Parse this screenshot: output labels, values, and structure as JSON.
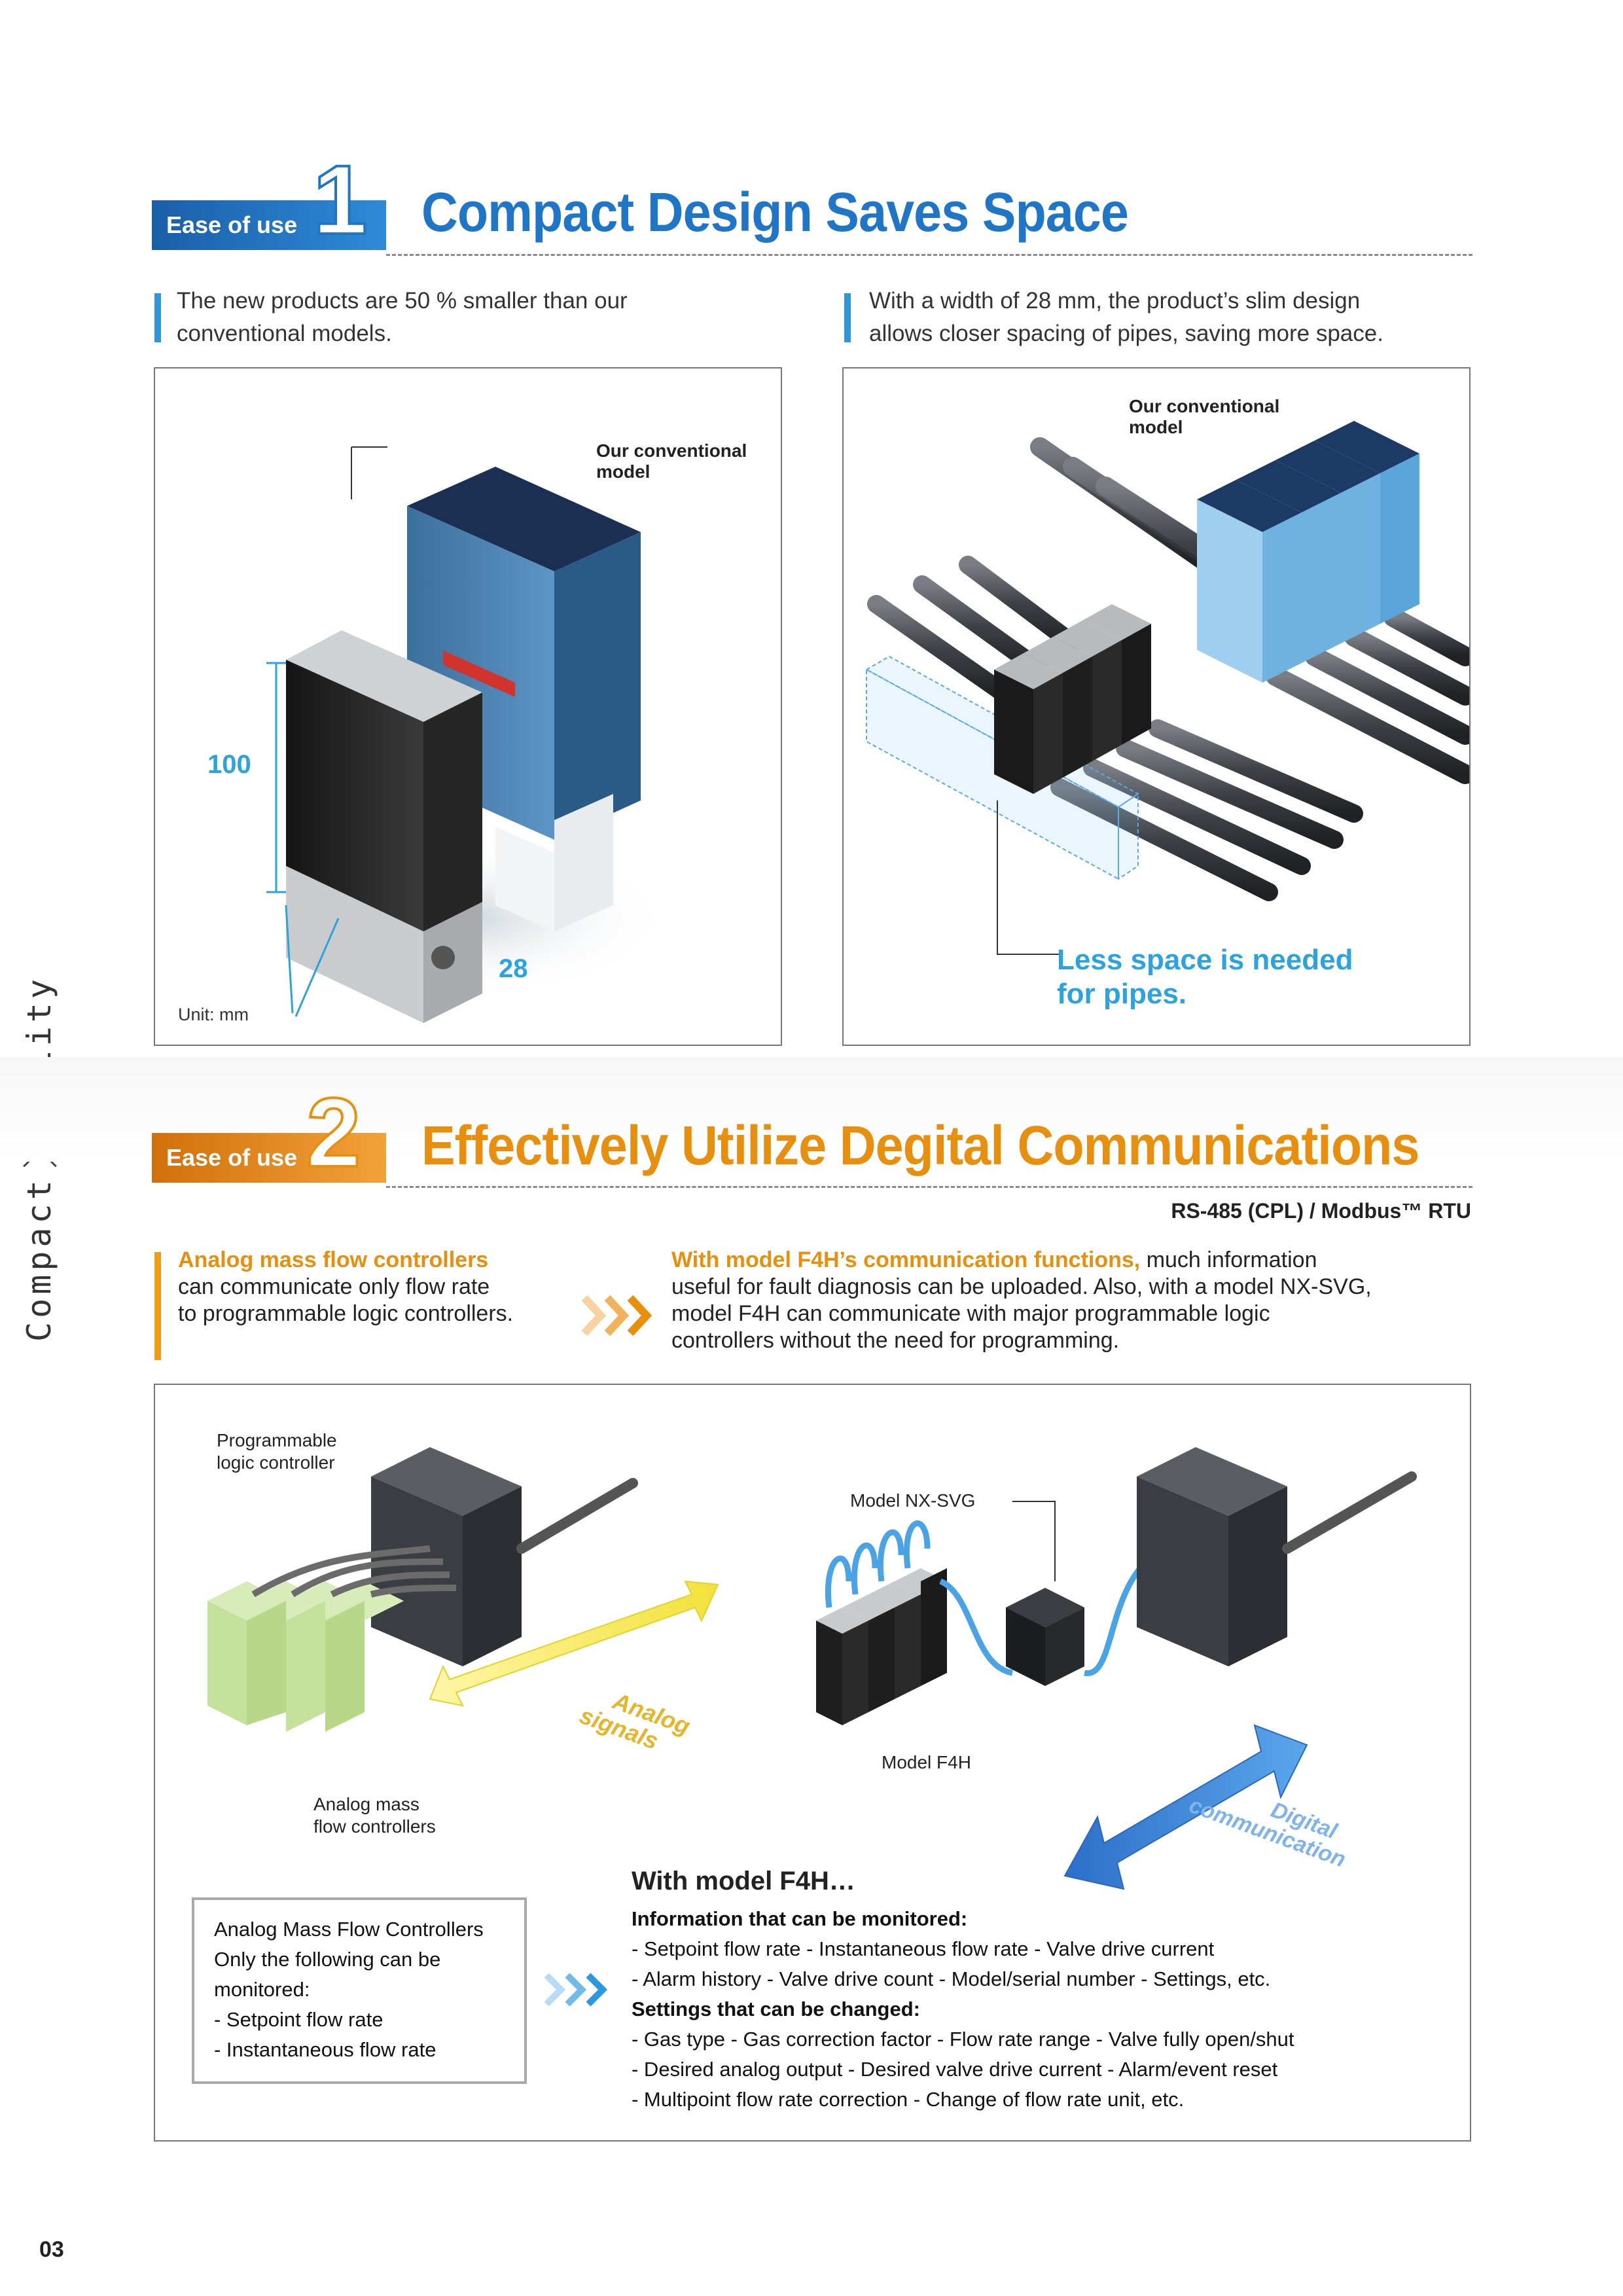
{
  "side_label": {
    "left": "Compact",
    "right": "Quality"
  },
  "section1": {
    "tag": "Ease of use",
    "number": "1",
    "title": "Compact Design Saves Space",
    "lead_left_1": "The new products are 50 % smaller than our",
    "lead_left_2": "conventional models.",
    "lead_right_1": "With a width of 28 mm, the product’s slim design",
    "lead_right_2": "allows closer spacing of pipes, saving more space.",
    "left_panel": {
      "conv_label_1": "Our conventional",
      "conv_label_2": "model",
      "dim_height": "100",
      "dim_width": "28",
      "unit": "Unit: mm"
    },
    "right_panel": {
      "conv_label_1": "Our conventional",
      "conv_label_2": "model",
      "less_space_1": "Less space is needed",
      "less_space_2": "for pipes."
    }
  },
  "section2": {
    "tag": "Ease of use",
    "number": "2",
    "title": "Effectively Utilize Degital Communications",
    "protocol": "RS-485 (CPL) / Modbus™ RTU",
    "lead_left_bold": "Analog mass flow controllers",
    "lead_left_1": "can communicate only flow rate",
    "lead_left_2": "to programmable logic controllers.",
    "lead_right_bold": "With model F4H’s communication functions,",
    "lead_right_0": " much information",
    "lead_right_1": "useful for fault diagnosis can be uploaded.  Also, with a model NX-SVG,",
    "lead_right_2": "model F4H can communicate with major programmable logic",
    "lead_right_3": "controllers without the need for programming.",
    "diagram": {
      "plc_label_1": "Programmable",
      "plc_label_2": "logic controller",
      "analog_mfc_1": "Analog mass",
      "analog_mfc_2": "flow controllers",
      "analog_signals_1": "Analog",
      "analog_signals_2": "signals",
      "nx_svg": "Model NX-SVG",
      "f4h": "Model F4H",
      "digital_1": "Digital",
      "digital_2": "communication"
    },
    "analog_box": {
      "lines": [
        "Analog Mass Flow Controllers",
        "Only the following can be",
        "monitored:",
        "- Setpoint flow rate",
        "- Instantaneous flow rate"
      ]
    },
    "f4h_info": {
      "heading": "With model F4H…",
      "monitor_title": "Information that can be monitored:",
      "monitor_1": "- Setpoint flow rate   - Instantaneous flow rate   - Valve drive current",
      "monitor_2": "- Alarm history   - Valve drive count   - Model/serial number   - Settings, etc.",
      "settings_title": "Settings that can be changed:",
      "settings_1": "- Gas type   - Gas correction factor   - Flow rate range   - Valve fully open/shut",
      "settings_2": "- Desired analog output   - Desired valve drive current   - Alarm/event reset",
      "settings_3": "- Multipoint flow rate correction   - Change of flow rate unit, etc."
    }
  },
  "page_number": "03",
  "colors": {
    "section1_accent": "#1f76c6",
    "section2_accent": "#e8900e",
    "highlight_blue": "#2aa3e0",
    "bar_blue": "#2f97d8",
    "bar_orange": "#f29b16"
  }
}
